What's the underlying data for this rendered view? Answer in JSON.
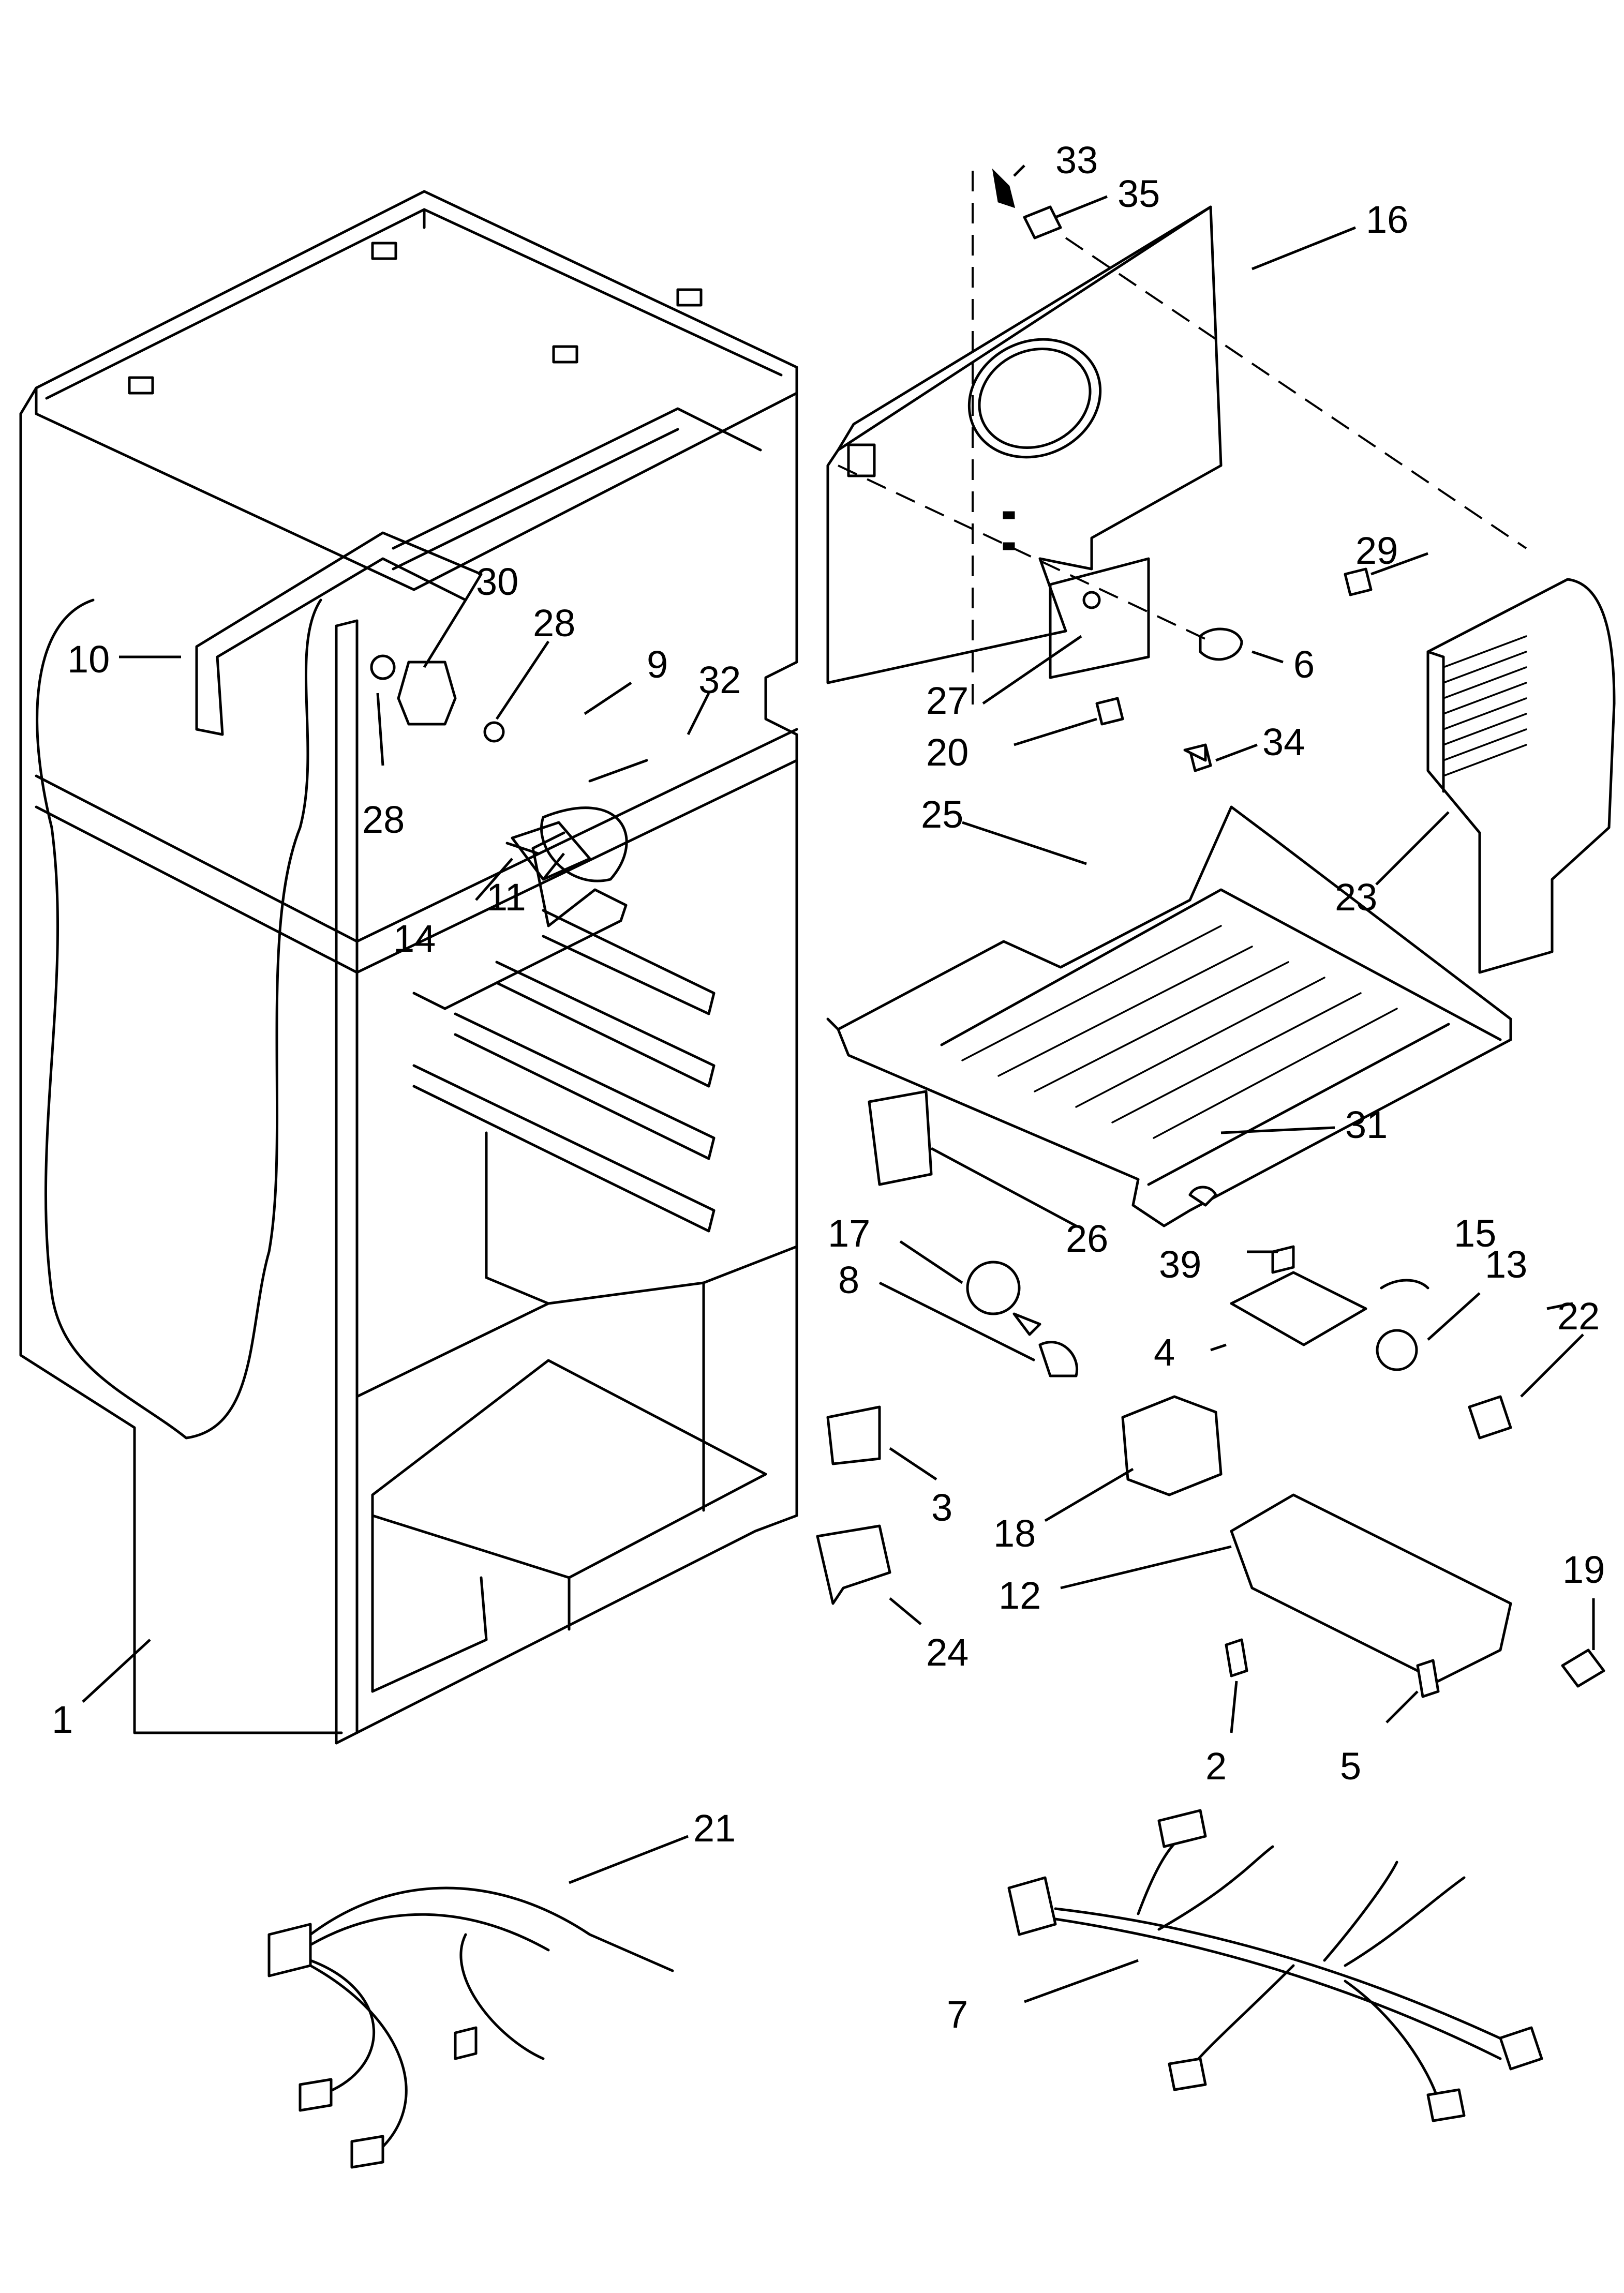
{
  "colors": {
    "line": "#000000",
    "background": "#ffffff"
  },
  "callouts": [
    {
      "id": "1",
      "text": "1"
    },
    {
      "id": "2",
      "text": "2"
    },
    {
      "id": "3",
      "text": "3"
    },
    {
      "id": "4",
      "text": "4"
    },
    {
      "id": "5",
      "text": "5"
    },
    {
      "id": "6",
      "text": "6"
    },
    {
      "id": "7",
      "text": "7"
    },
    {
      "id": "8",
      "text": "8"
    },
    {
      "id": "9",
      "text": "9"
    },
    {
      "id": "10",
      "text": "10"
    },
    {
      "id": "11",
      "text": "11"
    },
    {
      "id": "12",
      "text": "12"
    },
    {
      "id": "13",
      "text": "13"
    },
    {
      "id": "14",
      "text": "14"
    },
    {
      "id": "15",
      "text": "15"
    },
    {
      "id": "16",
      "text": "16"
    },
    {
      "id": "17",
      "text": "17"
    },
    {
      "id": "18",
      "text": "18"
    },
    {
      "id": "19",
      "text": "19"
    },
    {
      "id": "20",
      "text": "20"
    },
    {
      "id": "21",
      "text": "21"
    },
    {
      "id": "22",
      "text": "22"
    },
    {
      "id": "23",
      "text": "23"
    },
    {
      "id": "24",
      "text": "24"
    },
    {
      "id": "25",
      "text": "25"
    },
    {
      "id": "26",
      "text": "26"
    },
    {
      "id": "27",
      "text": "27"
    },
    {
      "id": "28a",
      "text": "28"
    },
    {
      "id": "28b",
      "text": "28"
    },
    {
      "id": "29",
      "text": "29"
    },
    {
      "id": "30",
      "text": "30"
    },
    {
      "id": "31",
      "text": "31"
    },
    {
      "id": "32",
      "text": "32"
    },
    {
      "id": "33",
      "text": "33"
    },
    {
      "id": "34",
      "text": "34"
    },
    {
      "id": "35",
      "text": "35"
    },
    {
      "id": "39",
      "text": "39"
    }
  ]
}
